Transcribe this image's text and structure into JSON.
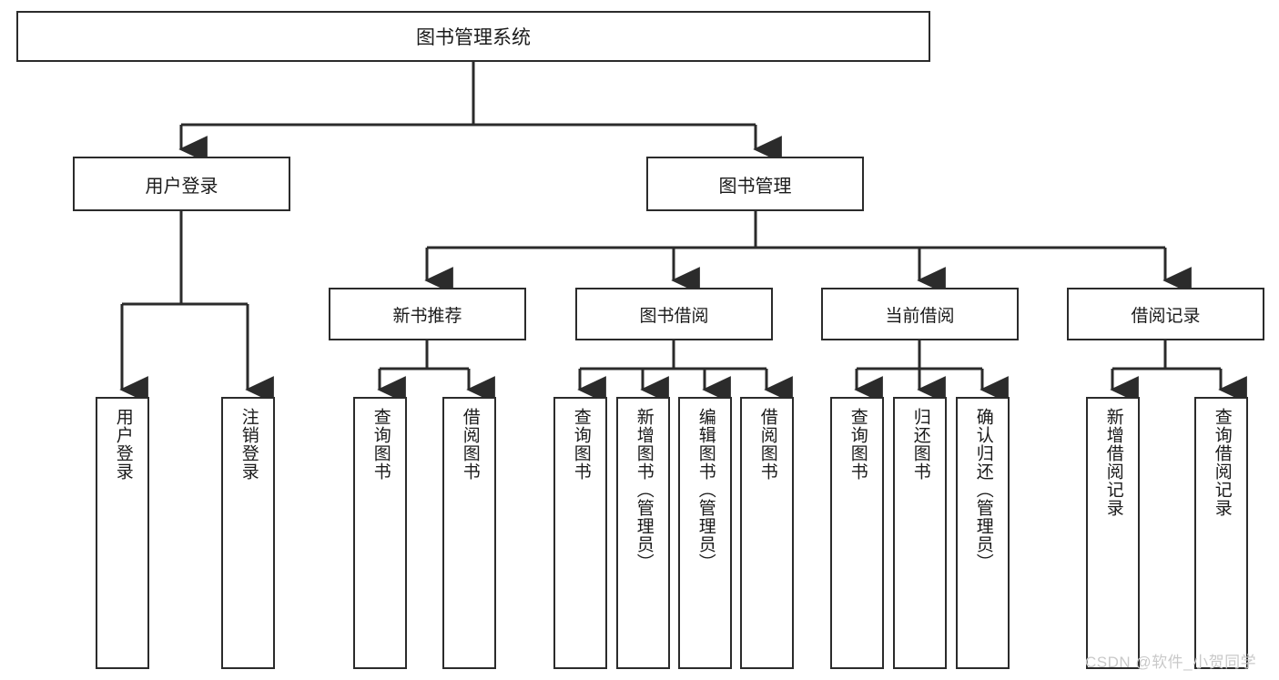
{
  "diagram": {
    "title": "图书管理系统",
    "type": "hierarchy-tree",
    "watermark": "CSDN @软件_小贺同学",
    "colors": {
      "stroke": "#2b2b2b",
      "fill": "#ffffff",
      "text": "#1a1a1a",
      "watermark": "#c9c9c9"
    },
    "nodes": {
      "root": {
        "label": "图书管理系统"
      },
      "level1": [
        {
          "id": "user-login",
          "label": "用户登录"
        },
        {
          "id": "book-manage",
          "label": "图书管理"
        }
      ],
      "level2": [
        {
          "id": "new-book-recommend",
          "label": "新书推荐"
        },
        {
          "id": "book-borrow",
          "label": "图书借阅"
        },
        {
          "id": "current-borrow",
          "label": "当前借阅"
        },
        {
          "id": "borrow-record",
          "label": "借阅记录"
        }
      ],
      "leaves": {
        "user-login": [
          {
            "id": "leaf-user-login",
            "label": "用户登录"
          },
          {
            "id": "leaf-logout",
            "label": "注销登录"
          }
        ],
        "new-book-recommend": [
          {
            "id": "leaf-query-book-1",
            "label": "查询图书"
          },
          {
            "id": "leaf-borrow-book-1",
            "label": "借阅图书"
          }
        ],
        "book-borrow": [
          {
            "id": "leaf-query-book-2",
            "label": "查询图书"
          },
          {
            "id": "leaf-add-book",
            "label": "新增图书（管理员）"
          },
          {
            "id": "leaf-edit-book",
            "label": "编辑图书（管理员）"
          },
          {
            "id": "leaf-borrow-book-2",
            "label": "借阅图书"
          }
        ],
        "current-borrow": [
          {
            "id": "leaf-query-book-3",
            "label": "查询图书"
          },
          {
            "id": "leaf-return-book",
            "label": "归还图书"
          },
          {
            "id": "leaf-confirm-return",
            "label": "确认归还（管理员）"
          }
        ],
        "borrow-record": [
          {
            "id": "leaf-add-record",
            "label": "新增借阅记录"
          },
          {
            "id": "leaf-query-record",
            "label": "查询借阅记录"
          }
        ]
      }
    }
  }
}
